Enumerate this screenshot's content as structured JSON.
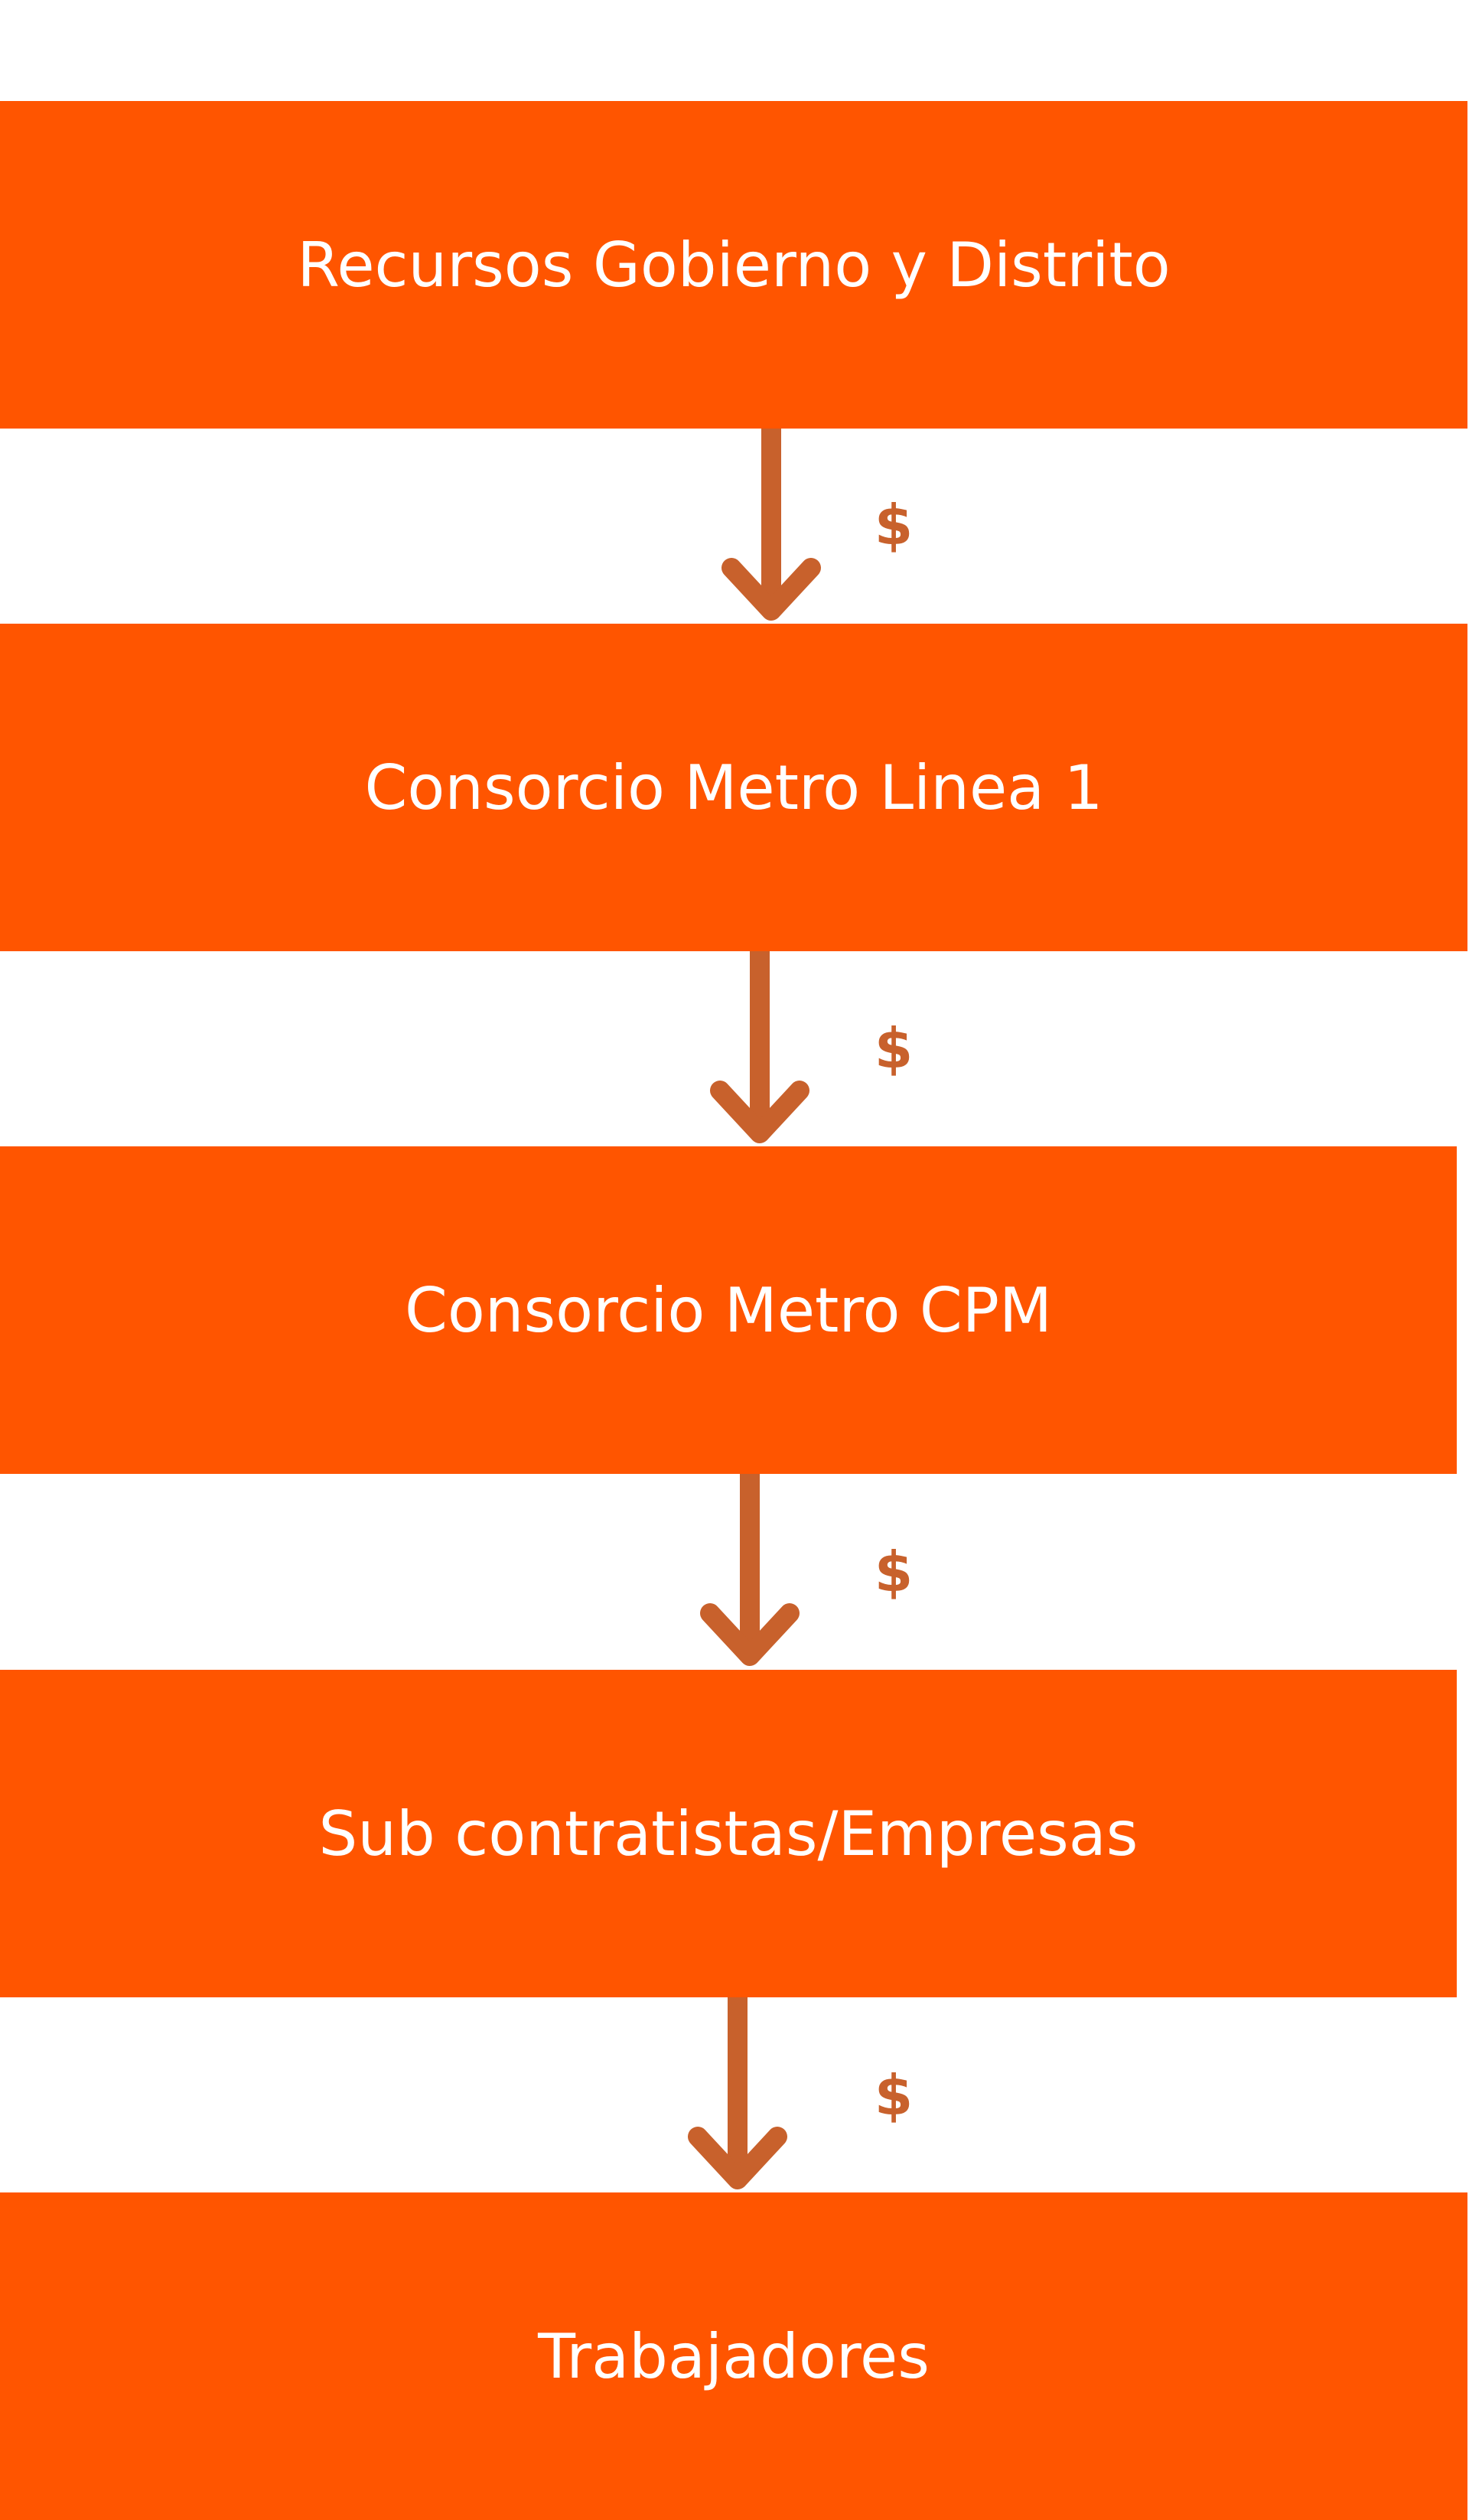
{
  "diagram": {
    "nodes": [
      {
        "label": "Recursos Gobierno y Distrito"
      },
      {
        "label": "Consorcio Metro Linea 1"
      },
      {
        "label": "Consorcio Metro CPM"
      },
      {
        "label": "Sub contratistas/Empresas"
      },
      {
        "label": "Trabajadores"
      }
    ],
    "edges": [
      {
        "from": 0,
        "to": 1,
        "label": "$"
      },
      {
        "from": 1,
        "to": 2,
        "label": "$"
      },
      {
        "from": 2,
        "to": 3,
        "label": "$"
      },
      {
        "from": 3,
        "to": 4,
        "label": "$"
      }
    ]
  },
  "colors": {
    "box_fill": "#ff5500",
    "box_text": "#ffffff",
    "arrow": "#c8612c",
    "dollar": "#c8612c",
    "background": "#ffffff"
  }
}
